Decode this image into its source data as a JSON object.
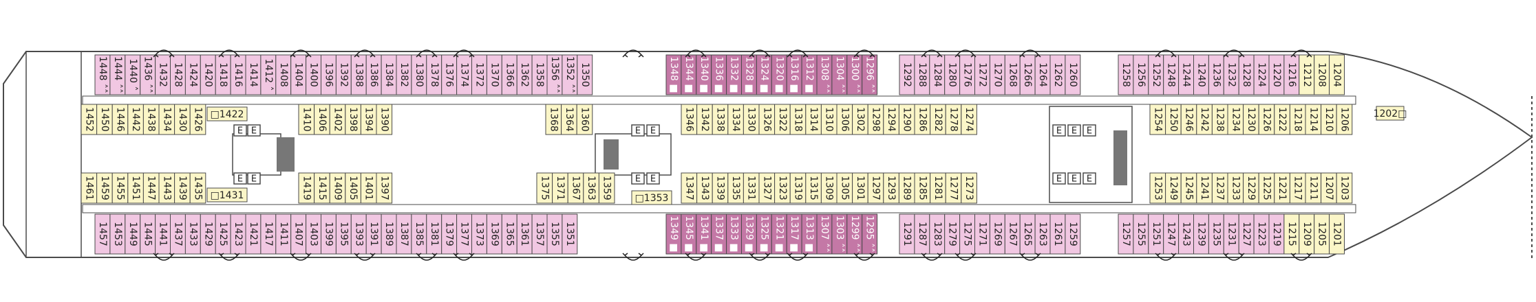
{
  "colors": {
    "outline": "#4a4a4a",
    "cabin_pink": "#f1c7e2",
    "cabin_dark": "#c478a6",
    "cabin_yellow": "#fbf6c8",
    "corridor": "#ffffff"
  },
  "icons": {
    "connecting": "double-arrow-icon",
    "elevator": "elevator-icon",
    "stairs": "stairs-icon",
    "cabin_marker": "dot-marker-icon"
  },
  "deck": {
    "top_left_cabins": [
      "1448 ˄˄",
      "1444 ˄˄",
      "1440 ˄",
      "1436 ˄˄",
      "1432",
      "1428",
      "1424",
      "1420",
      "1418",
      "1416",
      "1414",
      "1412 ˄",
      "1408",
      "1404",
      "1400",
      "1396",
      "1392",
      "1388",
      "1386",
      "1384",
      "1382",
      "1380",
      "1378",
      "1376",
      "1374",
      "1372",
      "1370",
      "1366",
      "1362",
      "1358",
      "1356 ˄˄",
      "1352 ˄˄",
      "1350"
    ],
    "top_mid_cabins": [
      "1348 ■",
      "1344 ■",
      "1340 ■",
      "1336 ■",
      "1332 ■",
      "1328 ■",
      "1324 ■",
      "1320 ■",
      "1316 ■",
      "1312 ■",
      "1308 ˄˄",
      "1304 ˄˄",
      "1300 ˄˄",
      "1296 ˄˄"
    ],
    "top_right_cabins": [
      "1292",
      "1288",
      "1284",
      "1280",
      "1276",
      "1272",
      "1270",
      "1268",
      "1266",
      "1264",
      "1262",
      "1260"
    ],
    "top_fore_cabins": [
      "1258",
      "1256",
      "1252",
      "1248",
      "1244",
      "1240",
      "1236",
      "1232",
      "1228",
      "1224",
      "1220",
      "1216",
      "1212",
      "1208",
      "1204"
    ],
    "bottom_left_cabins": [
      "1457",
      "1453",
      "1449",
      "1445",
      "1441",
      "1437",
      "1433",
      "1429",
      "1425",
      "1423",
      "1421",
      "1417",
      "1411",
      "1407",
      "1403",
      "1399",
      "1395",
      "1393",
      "1391",
      "1389",
      "1387",
      "1385",
      "1381",
      "1379",
      "1377",
      "1373",
      "1369",
      "1365",
      "1361",
      "1357",
      "1355",
      "1351"
    ],
    "bottom_mid_cabins": [
      "1349 ■",
      "1345 ■",
      "1341 ■",
      "1337 ■",
      "1333 ■",
      "1329 ■",
      "1325 ■",
      "1321 ■",
      "1317 ■",
      "1313 ■",
      "1307 ˄˄",
      "1303 ˄˄",
      "1299 ˄˄",
      "1295 ˄˄"
    ],
    "bottom_right_cabins": [
      "1291",
      "1287",
      "1283",
      "1279",
      "1275",
      "1271",
      "1269",
      "1267",
      "1265",
      "1263",
      "1261",
      "1259"
    ],
    "bottom_fore_cabins": [
      "1257",
      "1255",
      "1251",
      "1247",
      "1243",
      "1239",
      "1235",
      "1231",
      "1227",
      "1223",
      "1219",
      "1215",
      "1209",
      "1205",
      "1201"
    ],
    "inner_top_aft": [
      "1452",
      "1450",
      "1446",
      "1442",
      "1438",
      "1434",
      "1430",
      "1426"
    ],
    "inner_top_aft_label": "1422",
    "inner_top_b": [
      "1410",
      "1406",
      "1402",
      "1398",
      "1394",
      "1390"
    ],
    "inner_top_c": [
      "1368",
      "1364",
      "1360"
    ],
    "inner_top_d": [
      "1346",
      "1342",
      "1338",
      "1334",
      "1330",
      "1326",
      "1322",
      "1318",
      "1314",
      "1310",
      "1306",
      "1302",
      "1298",
      "1294",
      "1290",
      "1286",
      "1282",
      "1278",
      "1274"
    ],
    "inner_top_fore": [
      "1254",
      "1250",
      "1246",
      "1242",
      "1238",
      "1234",
      "1230",
      "1226",
      "1222",
      "1218",
      "1214",
      "1210",
      "1206"
    ],
    "inner_top_fore_label": "1202",
    "inner_bot_aft": [
      "1461",
      "1459",
      "1455",
      "1451",
      "1447",
      "1443",
      "1439",
      "1435"
    ],
    "inner_bot_aft_label": "1431",
    "inner_bot_b": [
      "1419",
      "1415",
      "1409",
      "1405",
      "1401",
      "1397"
    ],
    "inner_bot_c": [
      "1375",
      "1371",
      "1367",
      "1363",
      "1359"
    ],
    "inner_bot_c_label": "1353",
    "inner_bot_d": [
      "1347",
      "1343",
      "1339",
      "1335",
      "1331",
      "1327",
      "1323",
      "1319",
      "1315",
      "1309",
      "1305",
      "1301",
      "1297",
      "1293",
      "1289",
      "1285",
      "1281",
      "1277",
      "1273"
    ],
    "inner_bot_fore": [
      "1253",
      "1249",
      "1245",
      "1241",
      "1237",
      "1233",
      "1229",
      "1225",
      "1221",
      "1217",
      "1211",
      "1207",
      "1203"
    ]
  }
}
